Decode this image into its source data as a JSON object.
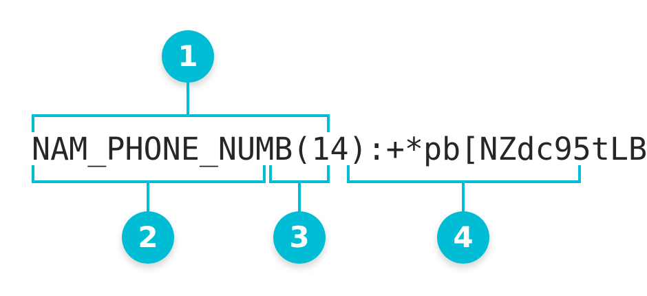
{
  "diagram": {
    "title_text": "NAM_PHONE_NUMB(14):+*pb[NZdc95tLB",
    "accent_color": "#00bcd4",
    "text_color": "#262626",
    "background_color": "#ffffff",
    "segments": [
      {
        "id": "field-header",
        "text": "NAM_PHONE_NUMB(14)"
      },
      {
        "id": "field-name",
        "text": "NAM_PHONE_NUMB"
      },
      {
        "id": "field-length",
        "text": "(14)"
      },
      {
        "id": "separator",
        "text": ":"
      },
      {
        "id": "field-value",
        "text": "+*pb[NZdc95tLB"
      },
      {
        "id": "value-with-sep",
        "text": ":+*pb[NZdc95tLB"
      }
    ],
    "callouts": [
      {
        "number": "1",
        "label": "callout-1",
        "targets": "NAM_PHONE_NUMB(14)"
      },
      {
        "number": "2",
        "label": "callout-2",
        "targets": "NAM_PHONE_NUMB"
      },
      {
        "number": "3",
        "label": "callout-3",
        "targets": "(14)"
      },
      {
        "number": "4",
        "label": "callout-4",
        "targets": ":+*pb[NZdc95tLB"
      }
    ]
  }
}
